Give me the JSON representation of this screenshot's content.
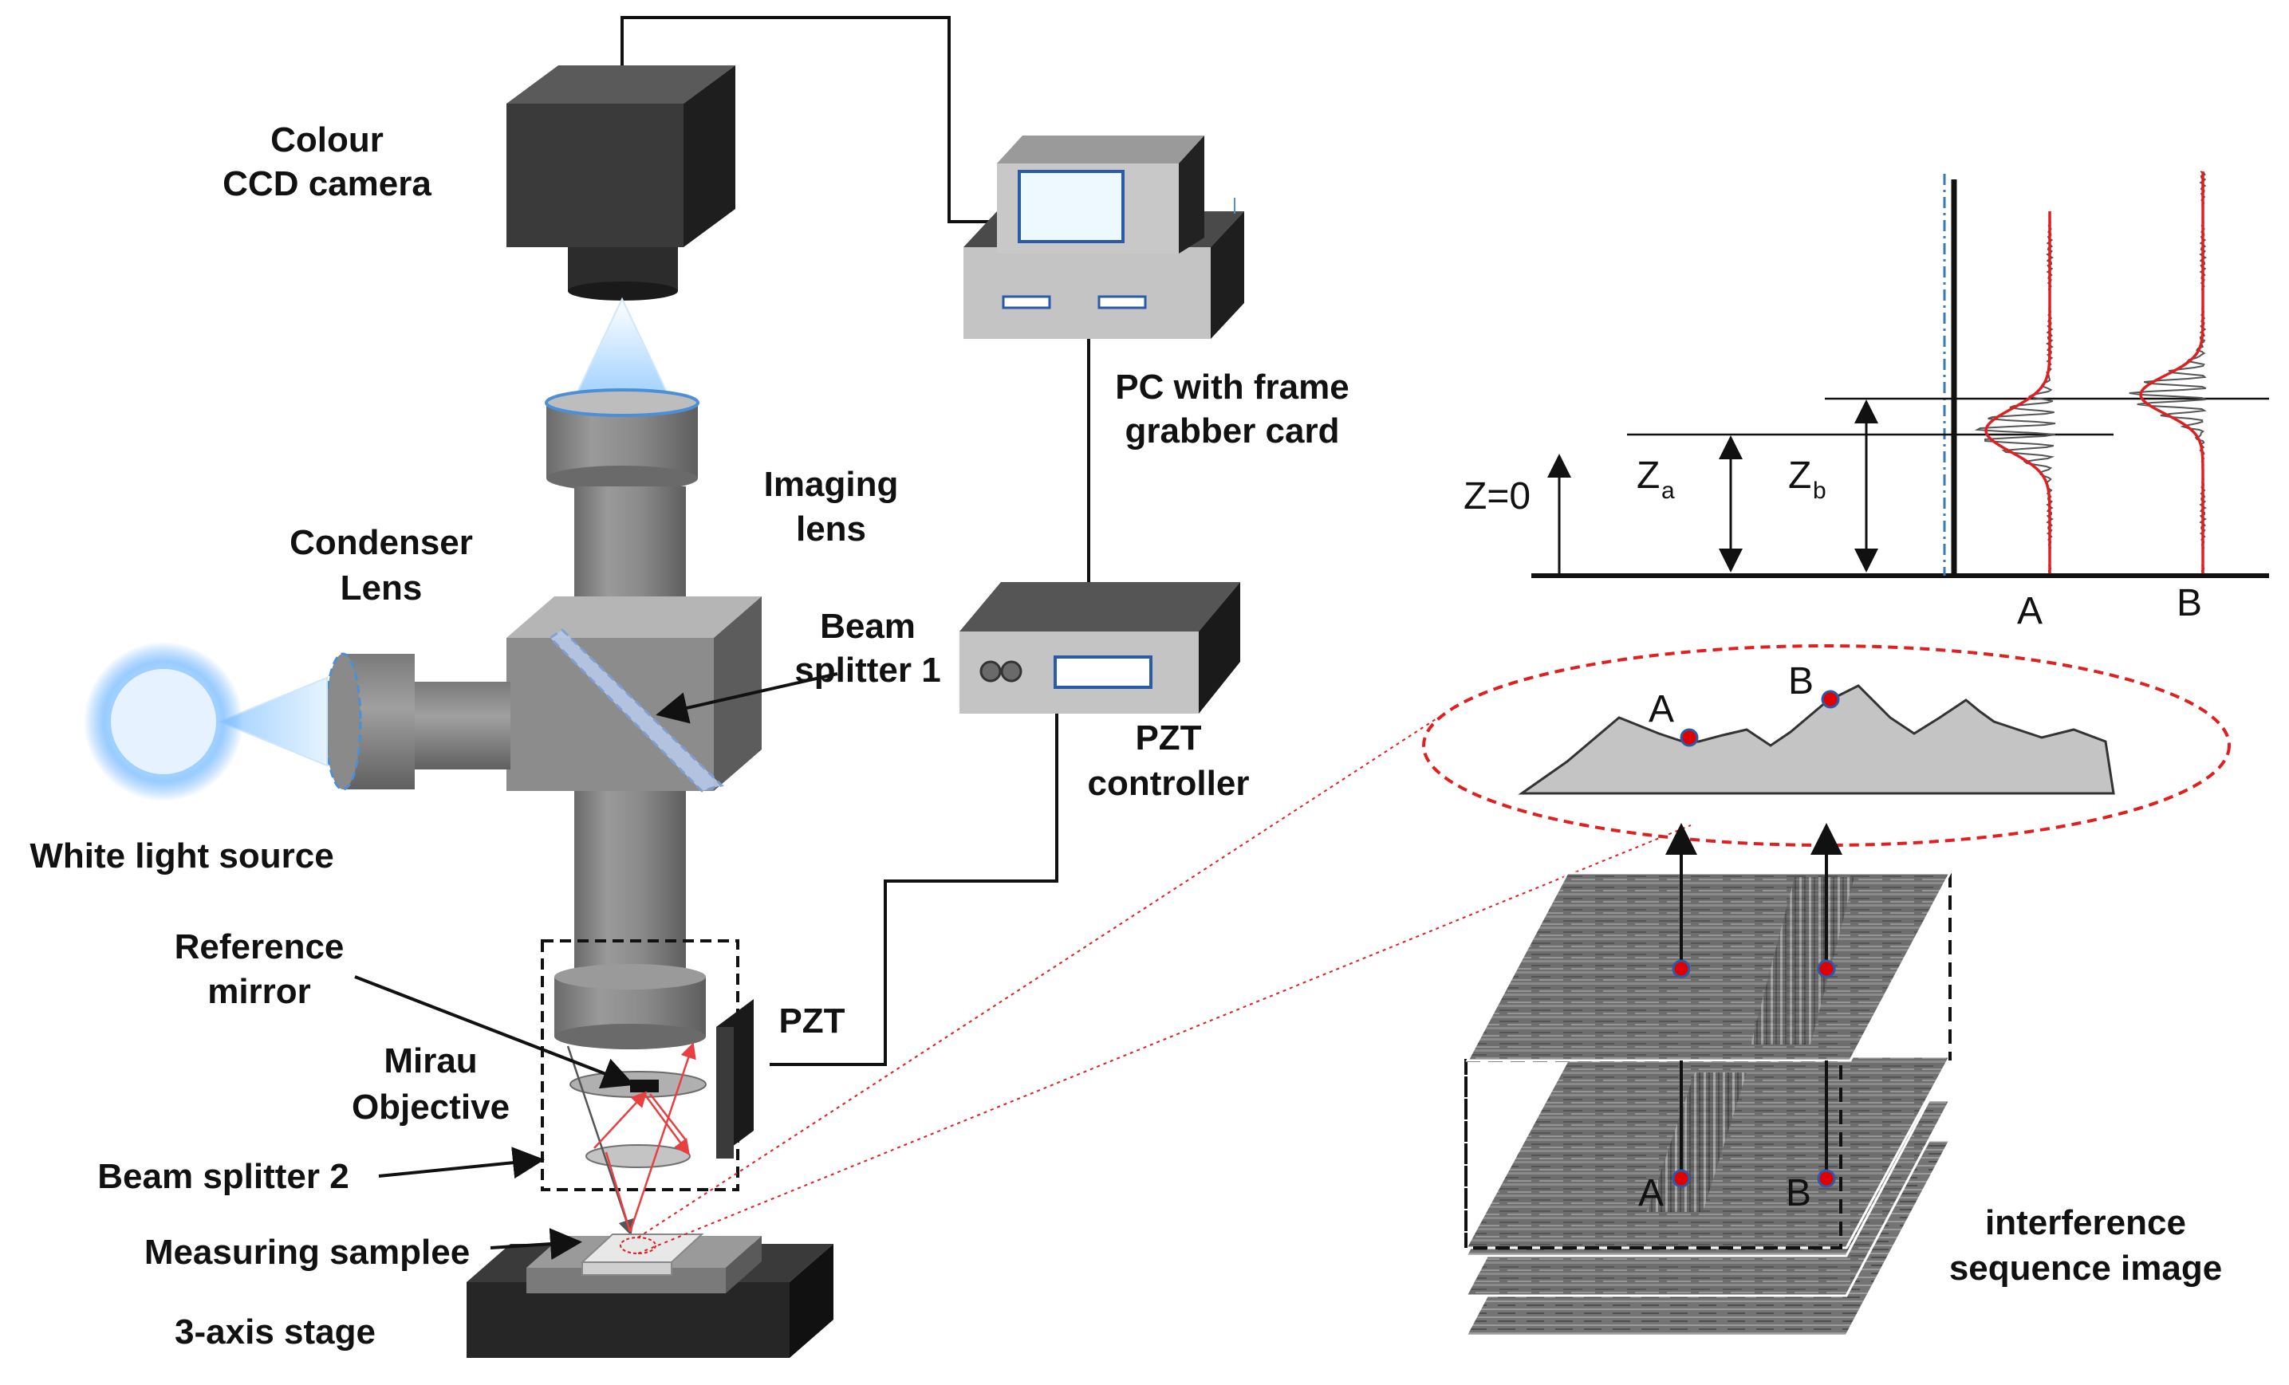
{
  "labels": {
    "camera_line1": "Colour",
    "camera_line2": "CCD camera",
    "pc_line1": "PC with frame",
    "pc_line2": "grabber card",
    "imaging_line1": "Imaging",
    "imaging_line2": "lens",
    "condenser_line1": "Condenser",
    "condenser_line2": "Lens",
    "bs1_line1": "Beam",
    "bs1_line2": "splitter 1",
    "light_source": "White light source",
    "pzt_ctrl_line1": "PZT",
    "pzt_ctrl_line2": "controller",
    "ref_mirror_line1": "Reference",
    "ref_mirror_line2": "mirror",
    "pzt": "PZT",
    "mirau_line1": "Mirau",
    "mirau_line2": "Objective",
    "bs2": "Beam splitter 2",
    "sample": "Measuring samplee",
    "stage": "3-axis stage",
    "interference_line1": "interference",
    "interference_line2": "sequence image"
  },
  "graph": {
    "z0": "Z=0",
    "za_main": "Z",
    "za_sub": "a",
    "zb_main": "Z",
    "zb_sub": "b",
    "axis_a": "A",
    "axis_b": "B"
  },
  "surface": {
    "point_a": "A",
    "point_b": "B"
  },
  "stack": {
    "point_a": "A",
    "point_b": "B"
  },
  "colors": {
    "envelope": "#e02020",
    "marker": "#e00000",
    "dashed_ellipse": "#e02020",
    "dashdot_line": "#3a7ab8",
    "light_glow": "#5aa8ff"
  }
}
